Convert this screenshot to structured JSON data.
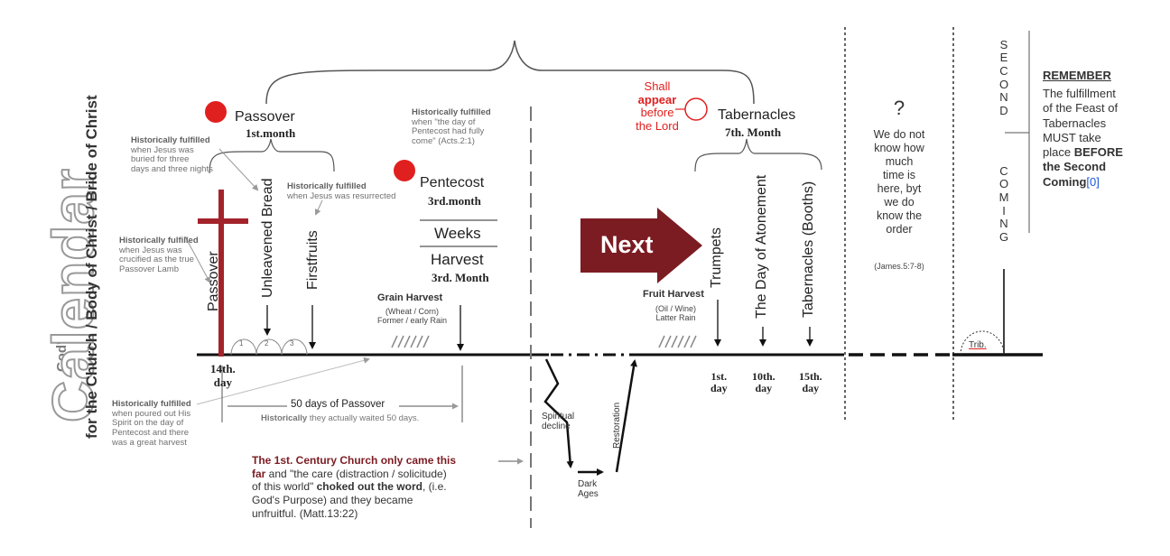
{
  "vertical_title": {
    "gods": "God's",
    "calendar": "Calendar",
    "subtitle": "for the Church / Body of Christ / Bride of Christ"
  },
  "spring": {
    "passover_title": "Passover",
    "passover_month": "1st.month",
    "hf_label": "Historically fulfilled",
    "hf_burial": "when Jesus was\nburied for three\ndays and three nights",
    "hf_resurrection": "when Jesus was resurrected",
    "hf_lamb": "when Jesus was\ncrucified as the true\nPassover Lamb",
    "hf_spirit": "when poured out His\nSpirit on the day of\nPentecost and there\nwas a great harvest",
    "hf_pentecost": "when \"the day of\nPentecost had fully\ncome\" (Acts.2:1)",
    "feast_passover": "Passover",
    "feast_unleavened": "Unleavened Bread",
    "feast_firstfruits": "Firstfruits",
    "day_14": "14th.\nday",
    "circle_1": "1",
    "circle_2": "2",
    "circle_3": "3",
    "pentecost_title": "Pentecost",
    "pentecost_month": "3rd.month",
    "weeks": "Weeks",
    "harvest": "Harvest",
    "harvest_month": "3rd. Month",
    "grain_harvest": "Grain Harvest",
    "grain_detail": "(Wheat / Corn)\nFormer / early Rain",
    "fifty_days": "50 days of Passover",
    "waited_bold": "Historically",
    "waited_rest": " they actually waited 50 days."
  },
  "church_note": {
    "part1": "The 1st. Century Church only came this\nfar",
    "part2": " and \"the care (distraction / solicitude)\nof this world\"  ",
    "part3": "choked out the word",
    "part4": ", (i.e.\nGod's Purpose) and they became\nunfruitful. (Matt.13:22)"
  },
  "gap": {
    "spiritual_decline": "Spiritual\ndecline",
    "dark_ages": "Dark\nAges",
    "restoration": "Restoration"
  },
  "fall": {
    "next": "Next",
    "shall_appear_1": "Shall",
    "shall_appear_2": "appear",
    "shall_appear_3": "before\nthe Lord",
    "tabernacles_title": "Tabernacles",
    "tabernacles_month": "7th. Month",
    "fruit_harvest": "Fruit Harvest",
    "fruit_detail": "(Oil / Wine)\nLatter Rain",
    "feast_trumpets": "Trumpets",
    "feast_atonement": "The Day of Atonement",
    "feast_booths": "Tabernacles (Booths)",
    "day_1": "1st.\nday",
    "day_10": "10th.\nday",
    "day_15": "15th.\nday"
  },
  "unknown": {
    "mark": "?",
    "text": "We do not\nknow how\nmuch\ntime is\nhere, byt\nwe do\nknow the\norder",
    "ref": "(James.5:7-8)"
  },
  "second_coming": {
    "top_letters": [
      "S",
      "E",
      "C",
      "O",
      "N",
      "D"
    ],
    "bottom_letters": [
      "C",
      "O",
      "M",
      "I",
      "N",
      "G"
    ],
    "trib": "Trib."
  },
  "remember": {
    "heading": "REMEMBER",
    "body1": "The fulfillment\nof the Feast of\nTabernacles\nMUST take\nplace ",
    "bold": "BEFORE\nthe Second\nComing",
    "link": "[0]"
  },
  "colors": {
    "marker_red": "#e0201f",
    "cross": "#a3232b",
    "next_arrow": "#7b1c22",
    "link_blue": "#1a56db"
  }
}
